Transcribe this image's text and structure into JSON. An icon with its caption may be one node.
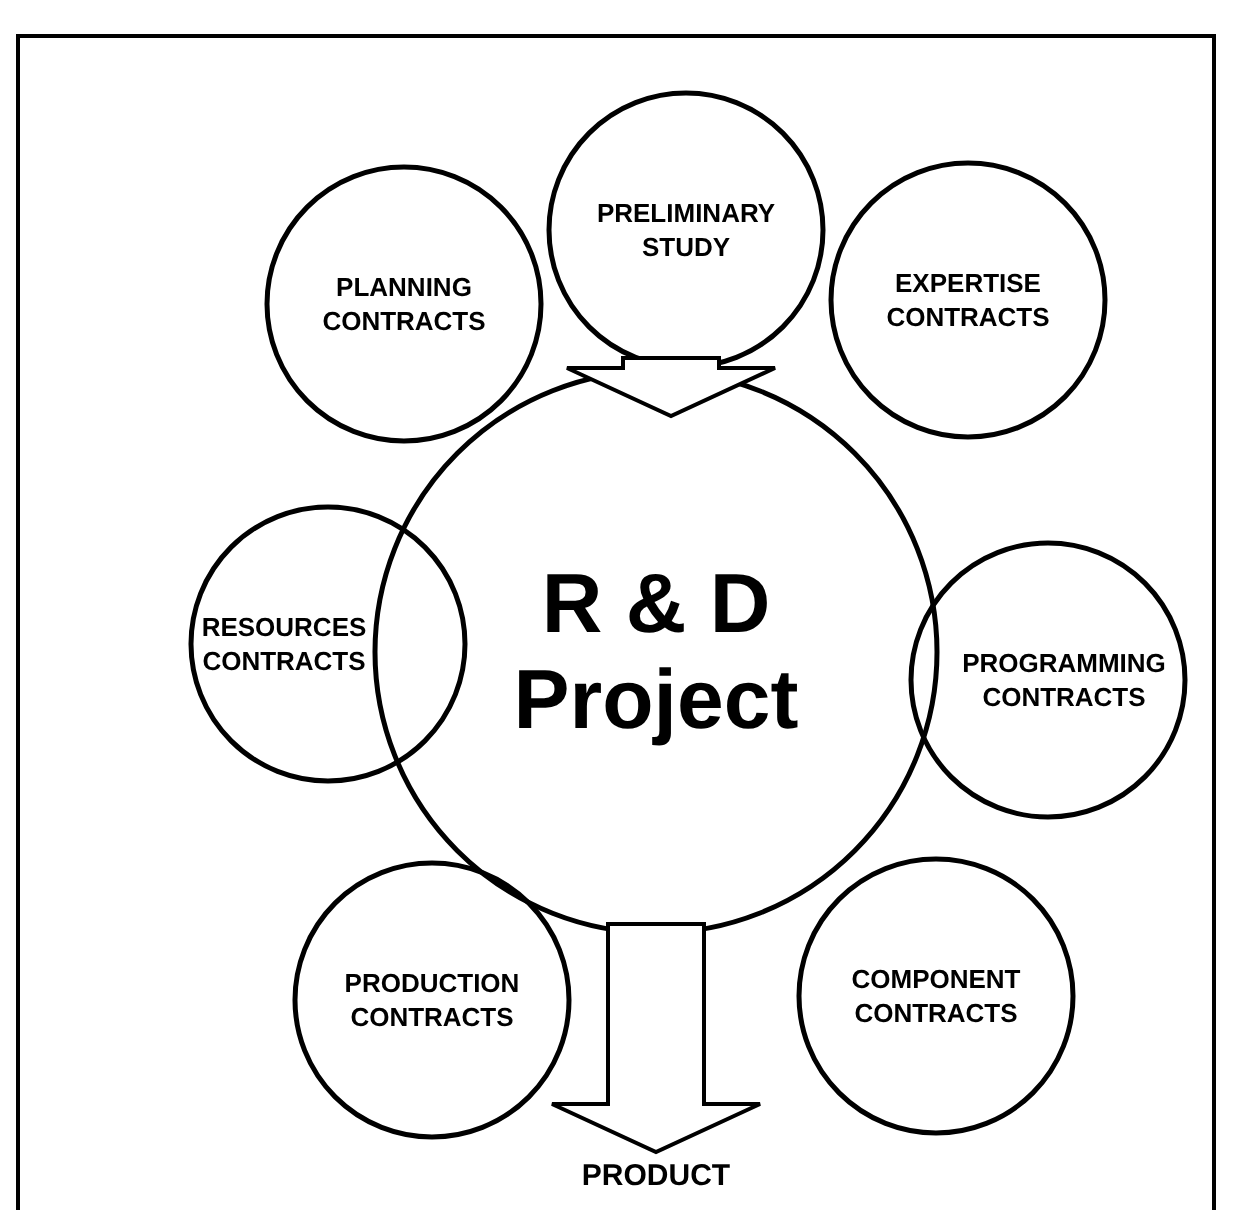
{
  "diagram": {
    "nodes": [
      {
        "text": [
          "PRELIMINARY STUDY"
        ]
      },
      {
        "text": [
          "PLANNING CONTRACTS"
        ]
      },
      {
        "text": [
          "EXPERTISE CONTRACTS"
        ]
      },
      {
        "text": [
          "R & D Project"
        ]
      },
      {
        "text": [
          "RESOURCES CONTRACTS"
        ]
      },
      {
        "text": [
          "PROGRAMMING CONTRACTS"
        ]
      },
      {
        "text": [
          "PRODUCTION CONTRACTS"
        ]
      },
      {
        "text": [
          "COMPONENT CONTRACTS"
        ]
      },
      {
        "text": [
          "PRODUCT"
        ]
      }
    ],
    "edges": [
      {
        "from": 0,
        "to": 3,
        "arrow": "to"
      },
      {
        "from": 3,
        "to": 8,
        "arrow": "to"
      }
    ]
  }
}
